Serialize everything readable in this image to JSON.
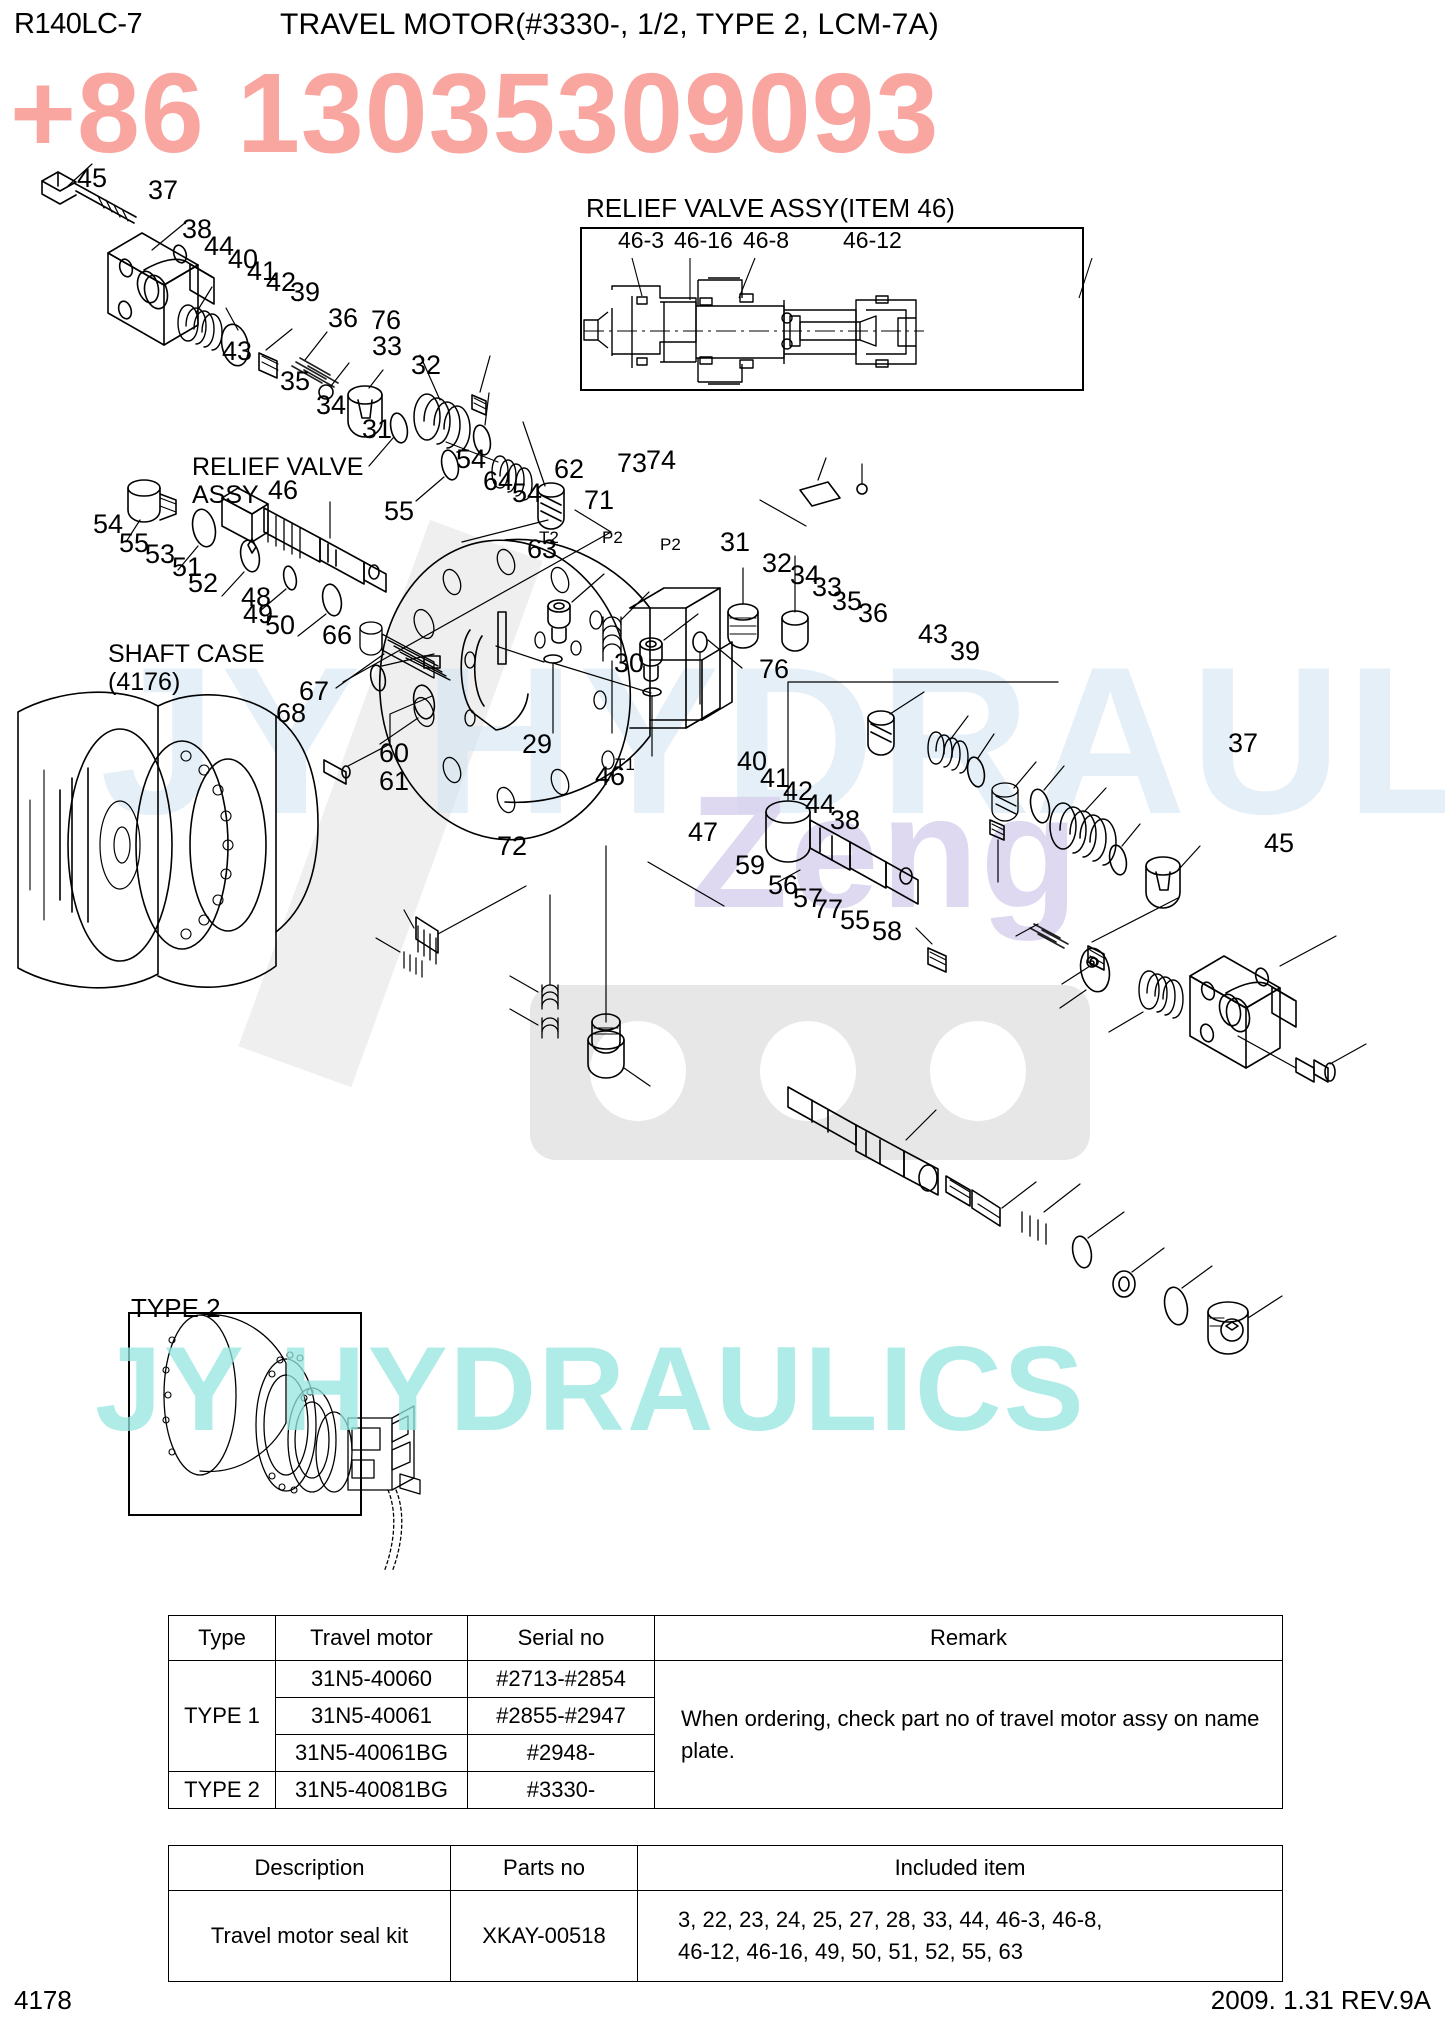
{
  "header": {
    "model": "R140LC-7",
    "title": "TRAVEL MOTOR(#3330-, 1/2, TYPE 2, LCM-7A)"
  },
  "watermarks": {
    "phone": "+86 13035309093",
    "brand_big": "JY HYDRAULICS",
    "brand_mid": "JY HYDRAULIC",
    "brand_name": "Zeng"
  },
  "insets": {
    "relief_valve": {
      "title": "RELIEF VALVE ASSY(ITEM 46)",
      "callouts": [
        "46-3",
        "46-16",
        "46-8",
        "46-12"
      ]
    },
    "type2": {
      "title": "TYPE 2"
    }
  },
  "section_labels": {
    "relief_valve_assy": "RELIEF VALVE\nASSY",
    "shaft_case": "SHAFT CASE\n(4176)"
  },
  "port_labels": [
    "T2",
    "P2",
    "P2",
    "T1"
  ],
  "callouts": {
    "upper_left": [
      "45",
      "37",
      "38",
      "44",
      "40",
      "41",
      "42",
      "39",
      "43",
      "36",
      "76",
      "33",
      "35",
      "34",
      "32",
      "31"
    ],
    "center_left": [
      "54",
      "55",
      "53",
      "51",
      "52",
      "48",
      "49",
      "50",
      "46",
      "66",
      "67",
      "68",
      "60",
      "61",
      "72",
      "29"
    ],
    "center": [
      "54",
      "64",
      "54",
      "62",
      "73",
      "74",
      "71",
      "55",
      "63"
    ],
    "center_right": [
      "30",
      "31",
      "32",
      "34",
      "33",
      "35",
      "36",
      "76",
      "43",
      "39",
      "46",
      "40",
      "41",
      "42",
      "44",
      "38",
      "37",
      "45"
    ],
    "lower_right": [
      "47",
      "59",
      "56",
      "57",
      "77",
      "55",
      "58"
    ]
  },
  "motor_table": {
    "headers": [
      "Type",
      "Travel motor",
      "Serial no",
      "Remark"
    ],
    "rows": [
      {
        "type": "",
        "motor": "31N5-40060",
        "serial": "#2713-#2854"
      },
      {
        "type": "TYPE 1",
        "motor": "31N5-40061",
        "serial": "#2855-#2947"
      },
      {
        "type": "",
        "motor": "31N5-40061BG",
        "serial": "#2948-"
      },
      {
        "type": "TYPE 2",
        "motor": "31N5-40081BG",
        "serial": "#3330-"
      }
    ],
    "remark": "When ordering, check part no of travel motor assy on name plate."
  },
  "seal_kit_table": {
    "headers": [
      "Description",
      "Parts no",
      "Included item"
    ],
    "row": {
      "description": "Travel motor seal kit",
      "parts_no": "XKAY-00518",
      "included_item_line1": "3, 22, 23, 24, 25, 27, 28, 33, 44, 46-3, 46-8,",
      "included_item_line2": "46-12, 46-16, 49, 50, 51, 52, 55, 63"
    }
  },
  "footer": {
    "page_no": "4178",
    "revision": "2009. 1.31  REV.9A"
  }
}
